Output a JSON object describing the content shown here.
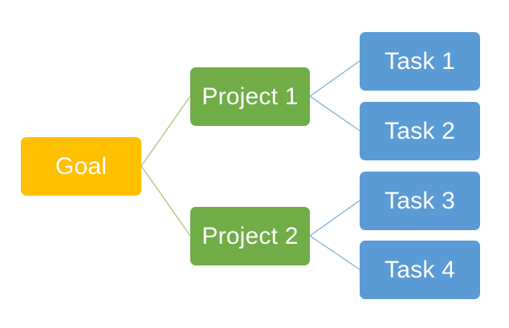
{
  "colors": {
    "goal": "#FFC000",
    "project": "#70AD47",
    "task": "#5B9BD5",
    "goal_connector": "#A9C57F",
    "project_connector": "#7FAFD8"
  },
  "goal": {
    "label": "Goal"
  },
  "projects": [
    {
      "label": "Project 1"
    },
    {
      "label": "Project 2"
    }
  ],
  "tasks": [
    {
      "label": "Task 1"
    },
    {
      "label": "Task 2"
    },
    {
      "label": "Task 3"
    },
    {
      "label": "Task 4"
    }
  ]
}
